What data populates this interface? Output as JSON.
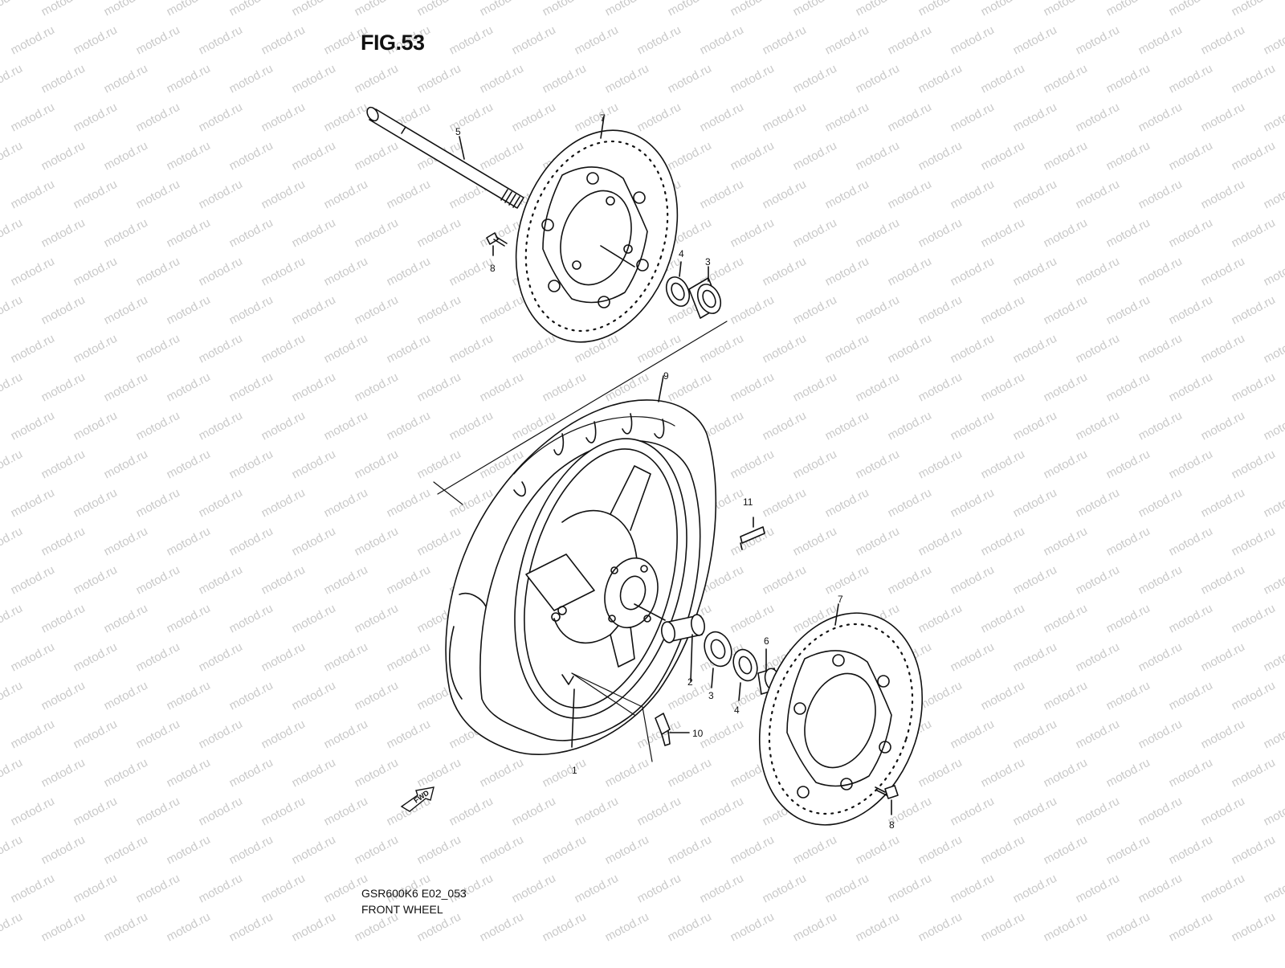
{
  "figure": {
    "title": "FIG.53"
  },
  "footer": {
    "model_code": "GSR600K6 E02_053",
    "caption": "FRONT WHEEL"
  },
  "watermark": {
    "text": "motod.ru"
  },
  "fwd_badge": {
    "text": "FWD"
  },
  "callouts": {
    "axle": "5",
    "disc_upper": "7",
    "bolt_upper": "8",
    "seal_upper": "4",
    "bearing_upper": "3",
    "tire": "9",
    "balancer": "11",
    "disc_lower": "7",
    "spacer_sleeve": "6",
    "spacer": "2",
    "bearing_lower": "3",
    "seal_lower": "4",
    "valve": "10",
    "wheel": "1",
    "bolt_lower": "8"
  }
}
